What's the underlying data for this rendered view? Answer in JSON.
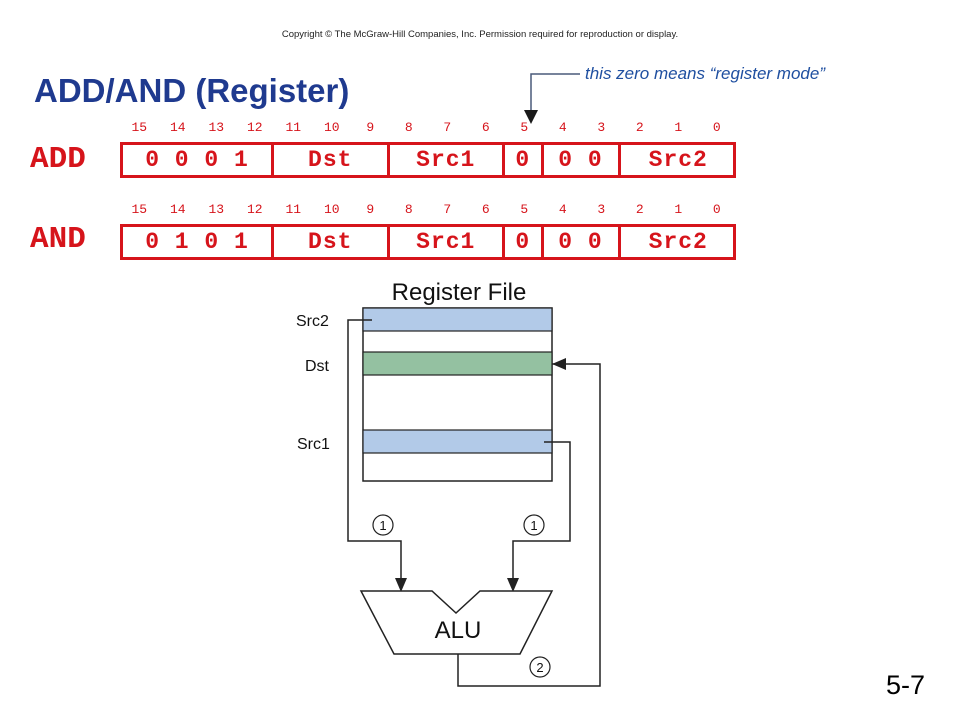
{
  "copyright": "Copyright © The McGraw-Hill Companies, Inc.  Permission required for reproduction or display.",
  "title": "ADD/AND (Register)",
  "annotation": "this zero means “register mode”",
  "slide_number": "5-7",
  "bit_numbers": [
    "15",
    "14",
    "13",
    "12",
    "11",
    "10",
    "9",
    "8",
    "7",
    "6",
    "5",
    "4",
    "3",
    "2",
    "1",
    "0"
  ],
  "instructions": [
    {
      "name": "ADD",
      "fields": [
        {
          "label": "0 0 0 1",
          "bits": 4
        },
        {
          "label": "Dst",
          "bits": 3
        },
        {
          "label": "Src1",
          "bits": 3
        },
        {
          "label": "0",
          "bits": 1
        },
        {
          "label": "0 0",
          "bits": 2
        },
        {
          "label": "Src2",
          "bits": 3
        }
      ]
    },
    {
      "name": "AND",
      "fields": [
        {
          "label": "0 1 0 1",
          "bits": 4
        },
        {
          "label": "Dst",
          "bits": 3
        },
        {
          "label": "Src1",
          "bits": 3
        },
        {
          "label": "0",
          "bits": 1
        },
        {
          "label": "0 0",
          "bits": 2
        },
        {
          "label": "Src2",
          "bits": 3
        }
      ]
    }
  ],
  "diagram": {
    "register_file_label": "Register File",
    "src2_label": "Src2",
    "dst_label": "Dst",
    "src1_label": "Src1",
    "alu_label": "ALU",
    "step1_left": "1",
    "step1_right": "1",
    "step2": "2"
  },
  "colors": {
    "title": "#1f3a8f",
    "instruction": "#d6141b",
    "annotation": "#1f4fa0",
    "src_register": "#b2cae8",
    "dst_register": "#94c1a1"
  }
}
